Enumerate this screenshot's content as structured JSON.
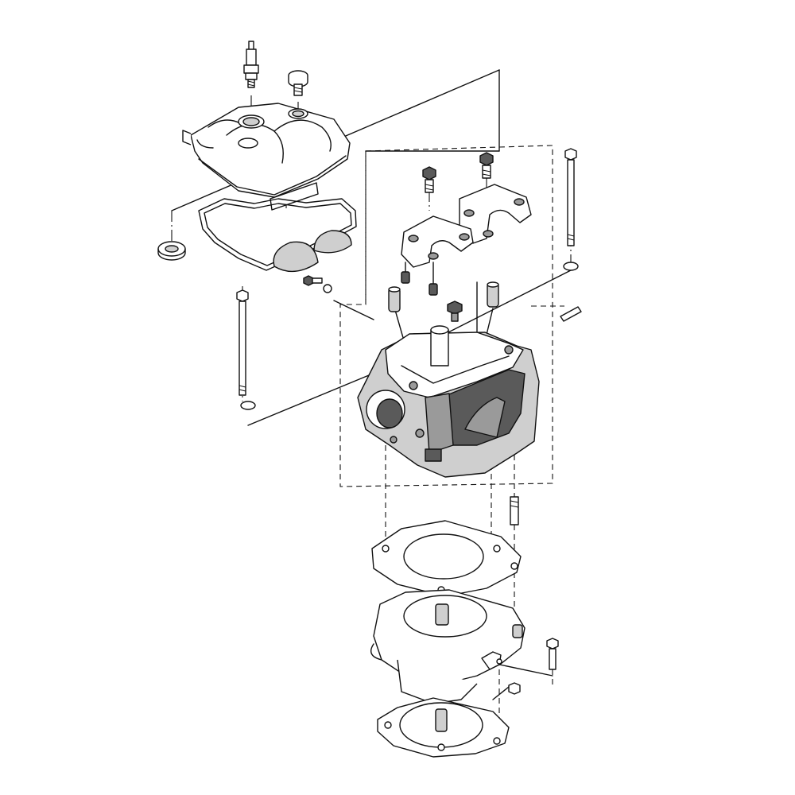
{
  "diagram": {
    "components": [
      "spark-plug",
      "cylinder-head-cover",
      "cover-gasket",
      "camshaft-holder",
      "cylinder-head",
      "cylinder-head-gasket",
      "cylinder",
      "cylinder-base-gasket"
    ],
    "colors": {
      "line": "#111111",
      "fill_light": "#cfcfcf",
      "fill_mid": "#9a9a9a",
      "fill_dark": "#5a5a5a",
      "background": "#ffffff"
    }
  }
}
